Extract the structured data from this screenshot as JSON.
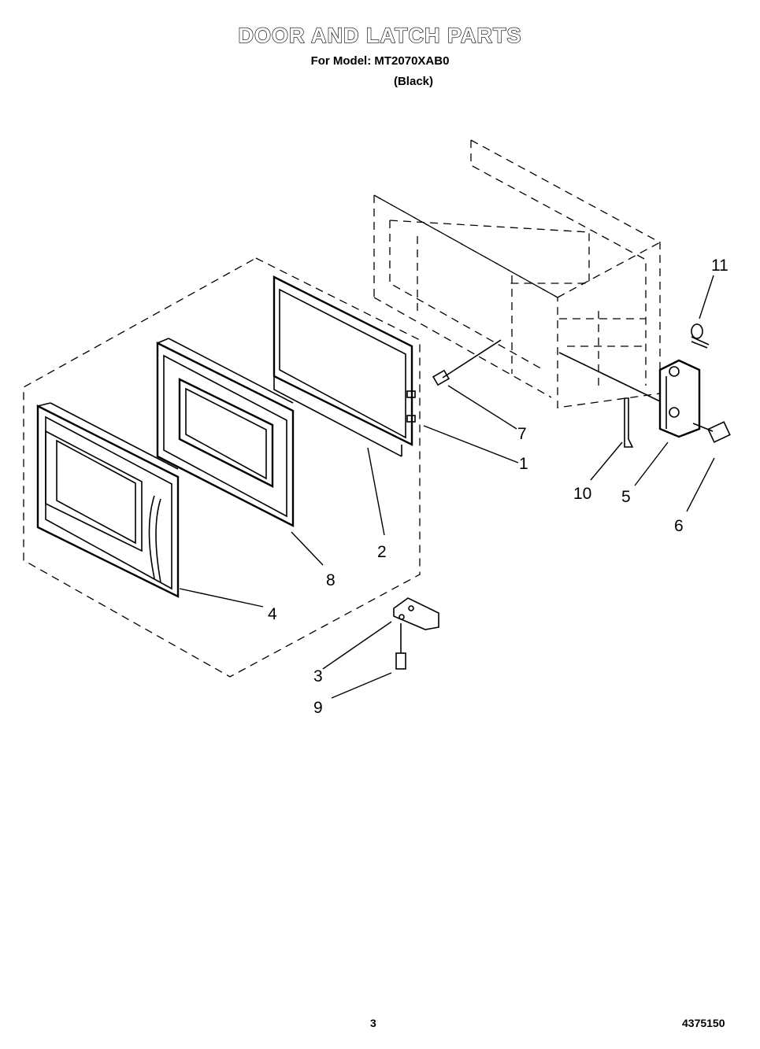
{
  "header": {
    "title": "DOOR AND LATCH PARTS",
    "model_line": "For Model: MT2070XAB0",
    "color_note": "(Black)"
  },
  "callouts": [
    {
      "id": "1",
      "text": "1"
    },
    {
      "id": "2",
      "text": "2"
    },
    {
      "id": "3",
      "text": "3"
    },
    {
      "id": "4",
      "text": "4"
    },
    {
      "id": "5",
      "text": "5"
    },
    {
      "id": "6",
      "text": "6"
    },
    {
      "id": "7",
      "text": "7"
    },
    {
      "id": "8",
      "text": "8"
    },
    {
      "id": "9",
      "text": "9"
    },
    {
      "id": "10",
      "text": "10"
    },
    {
      "id": "11",
      "text": "11"
    }
  ],
  "footer": {
    "page_number": "3",
    "document_number": "4375150"
  }
}
